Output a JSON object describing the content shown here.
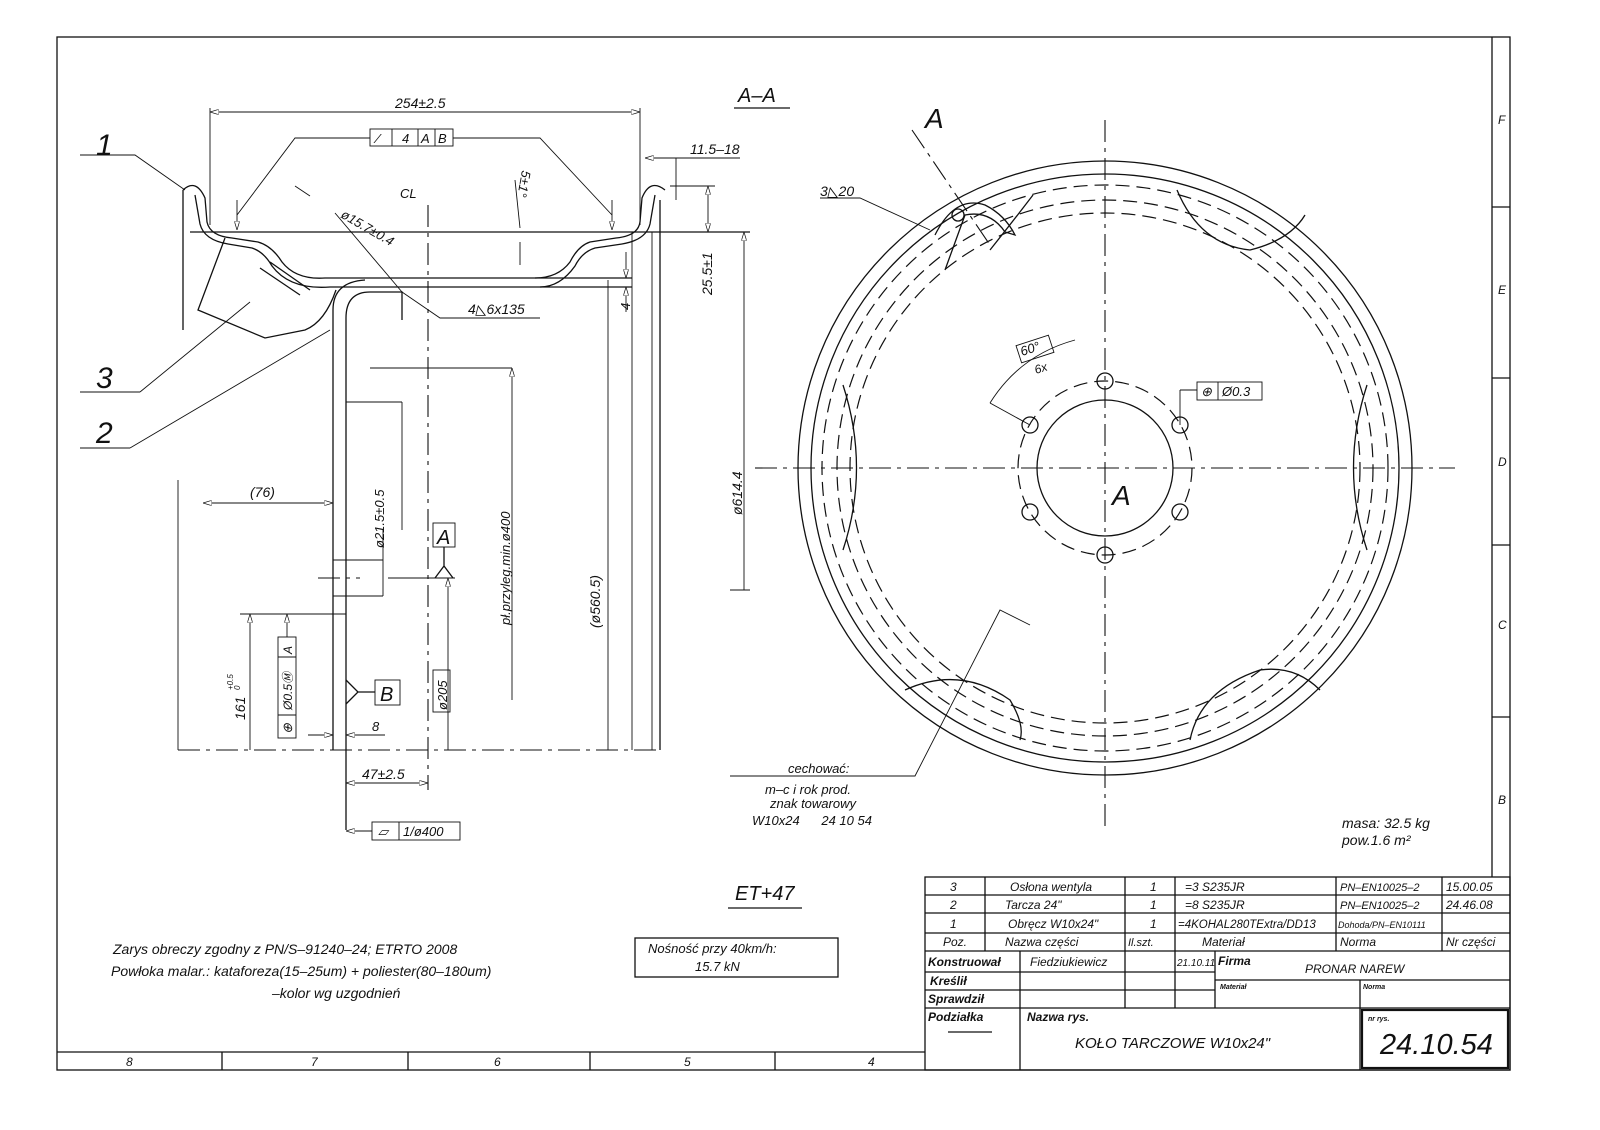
{
  "frame": {
    "zones_right": [
      "F",
      "E",
      "D",
      "C",
      "B"
    ],
    "zones_bottom": [
      "8",
      "7",
      "6",
      "5",
      "4"
    ]
  },
  "section": {
    "title": "A–A",
    "dim_width": "254±2.5",
    "runout_fcf": {
      "symbol": "⁄",
      "value": "4",
      "datum1": "A",
      "datum2": "B"
    },
    "dim_offset": "11.5–18",
    "centerline": "CL",
    "dim_angle": "5±1°",
    "dim_hole": "ø15.7±0.4",
    "weld": "4◺6x135",
    "dim_flange": "25.5±1",
    "dim_4": "4",
    "pos1": "1",
    "pos2": "2",
    "pos3": "3",
    "dim_76": "(76)",
    "dim_bore": "ø21.5±0.5",
    "dim_contact": "pł.przyleg.min.ø400",
    "dim_560": "(ø560.5)",
    "dim_614": "ø614.4",
    "datum_a": "A",
    "datum_b": "B",
    "dim_161": "161",
    "dim_161_tol_up": "+0.5",
    "dim_161_tol_lo": "0",
    "position_fcf": {
      "symbol": "⊕",
      "value": "Ø0.5Ⓜ",
      "datum": "A"
    },
    "dim_205": "ø205",
    "dim_8": "8",
    "dim_47": "47±2.5",
    "flatness_fcf": {
      "symbol": "▱",
      "value": "1/ø400"
    }
  },
  "marking": {
    "label": "cechować:",
    "line1": "m–c i rok prod.",
    "line2": "znak towarowy",
    "line3": "W10x24      24 10 54"
  },
  "front_view": {
    "section_mark": "A",
    "weld": "3◺20",
    "angle": "60°",
    "angle_count": "6x",
    "position_fcf": {
      "symbol": "⊕",
      "value": "Ø0.3"
    },
    "hub_label": "A"
  },
  "mass": {
    "mass": "masa:  32.5 kg",
    "area": "pow.1.6 m²"
  },
  "et": "ET+47",
  "notes": [
    "Zarys obreczy zgodny z PN/S–91240–24;  ETRTO 2008",
    "Powłoka malar.:  kataforeza(15–25um) + poliester(80–180um)",
    "–kolor wg uzgodnień"
  ],
  "load": {
    "line1": "Nośność przy 40km/h:",
    "line2": "15.7 kN"
  },
  "parts": [
    {
      "poz": "3",
      "name": "Osłona wentyla",
      "qty": "1",
      "material": "=3  S235JR",
      "norm": "PN–EN10025–2",
      "nr": "15.00.05"
    },
    {
      "poz": "2",
      "name": "Tarcza 24\"",
      "qty": "1",
      "material": "=8  S235JR",
      "norm": "PN–EN10025–2",
      "nr": "24.46.08"
    },
    {
      "poz": "1",
      "name": "Obręcz W10x24\"",
      "qty": "1",
      "material": "=4KOHAL280TExtra/DD13",
      "norm": "Dohoda/PN–EN10111",
      "nr": ""
    }
  ],
  "parts_header": {
    "poz": "Poz.",
    "name": "Nazwa części",
    "qty": "Il.szt.",
    "material": "Materiał",
    "norm": "Norma",
    "nr": "Nr części"
  },
  "title_block": {
    "designed_label": "Konstruował",
    "designer": "Fiedziukiewicz",
    "date": "21.10.11",
    "drawn_label": "Kreślił",
    "checked_label": "Sprawdził",
    "scale_label": "Podziałka",
    "company_label": "Firma",
    "company": "PRONAR NAREW",
    "material_label": "Materiał",
    "norm_label": "Norma",
    "drawing_name_label": "Nazwa rys.",
    "drawing_name": "KOŁO TARCZOWE W10x24\"",
    "drawing_no_label": "nr rys.",
    "drawing_no": "24.10.54"
  }
}
